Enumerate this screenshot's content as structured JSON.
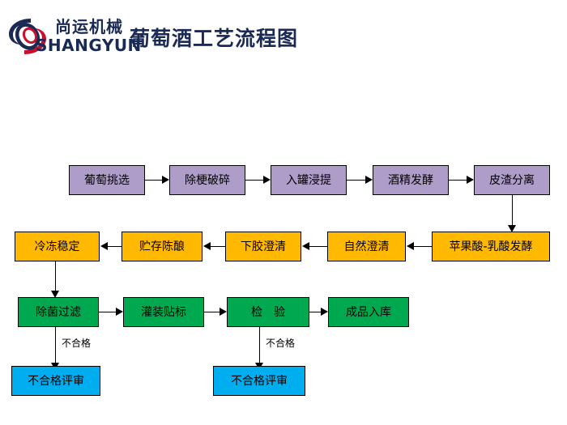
{
  "header": {
    "logo_cn": "尚运机械",
    "logo_en": "SHANGYUN",
    "logo_icon": "shangyun-swirl-logo",
    "title": "葡萄酒工艺流程图",
    "brand_navy": "#1b2a55",
    "brand_red": "#c8102e"
  },
  "palette": {
    "purple": "#ad9dc8",
    "orange": "#ffb900",
    "green": "#00a84f",
    "blue": "#00aeef",
    "stroke": "#000000",
    "background": "#ffffff"
  },
  "flow": {
    "row1": [
      {
        "id": "grape-selection",
        "label": "葡萄挑选"
      },
      {
        "id": "destem-crush",
        "label": "除梗破碎"
      },
      {
        "id": "tank-maceration",
        "label": "入罐浸提"
      },
      {
        "id": "alcohol-fermentation",
        "label": "酒精发酵"
      },
      {
        "id": "pomace-separation",
        "label": "皮渣分离"
      }
    ],
    "row2": [
      {
        "id": "cold-stabilization",
        "label": "冷冻稳定"
      },
      {
        "id": "storage-aging",
        "label": "贮存陈酿"
      },
      {
        "id": "fining-clarify",
        "label": "下胶澄清"
      },
      {
        "id": "natural-clarify",
        "label": "自然澄清"
      },
      {
        "id": "malolactic-ferment",
        "label": "苹果酸-乳酸发酵"
      }
    ],
    "row3": [
      {
        "id": "sterile-filtration",
        "label": "除菌过滤"
      },
      {
        "id": "bottling-labeling",
        "label": "灌装贴标"
      },
      {
        "id": "inspection",
        "label": "检　验"
      },
      {
        "id": "finished-warehouse",
        "label": "成品入库"
      }
    ],
    "row4": [
      {
        "id": "nonconform-review-1",
        "label": "不合格评审"
      },
      {
        "id": "nonconform-review-2",
        "label": "不合格评审"
      }
    ],
    "edge_labels": {
      "reject_1": "不合格",
      "reject_2": "不合格"
    }
  }
}
